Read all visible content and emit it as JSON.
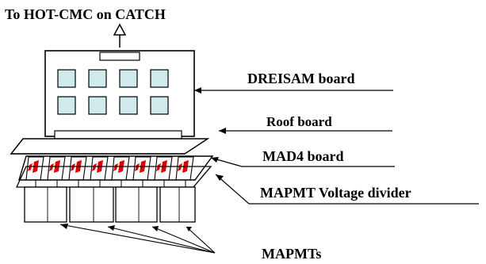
{
  "diagram": {
    "top_label": "To HOT-CMC on CATCH",
    "labels": {
      "dreisam": "DREISAM board",
      "roof": "Roof board",
      "mad4": "MAD4 board",
      "divider": "MAPMT Voltage divider",
      "mapmts": "MAPMTs"
    },
    "colors": {
      "stroke": "#000000",
      "chip_fill": "#CFE9EC",
      "red_mark": "#E00000",
      "background": "#FFFFFF"
    },
    "structure": {
      "dreisam_chips": 8,
      "mad4_segments": 8,
      "mapmt_modules": 4
    }
  }
}
